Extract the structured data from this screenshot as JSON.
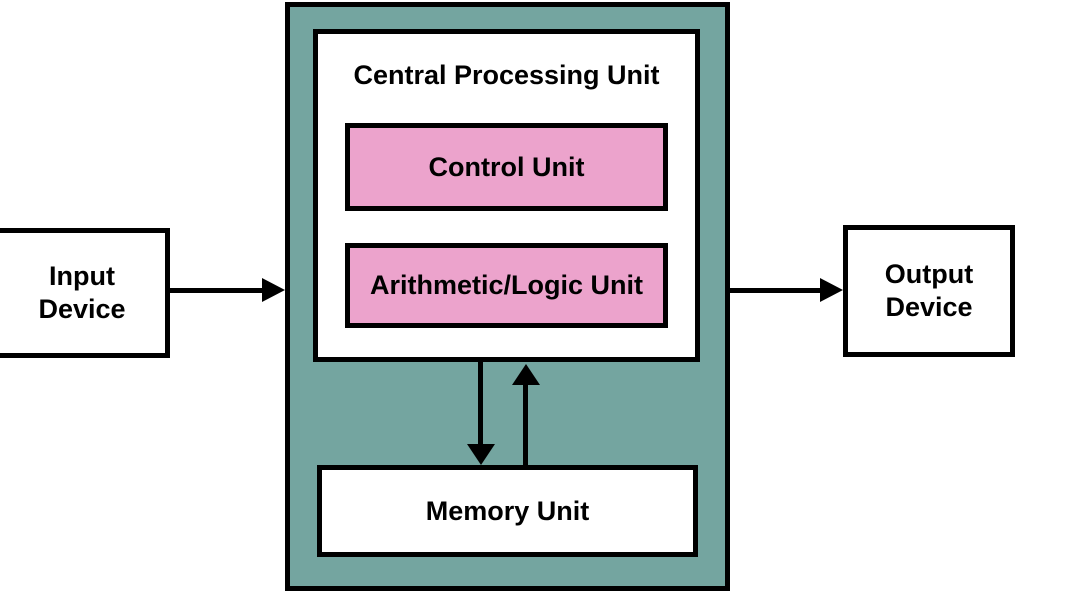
{
  "diagram": {
    "title": "Central Processing Unit",
    "nodes": {
      "input_device": {
        "label": "Input Device"
      },
      "output_device": {
        "label": "Output Device"
      },
      "control_unit": {
        "label": "Control Unit"
      },
      "alu": {
        "label": "Arithmetic/Logic Unit"
      },
      "memory_unit": {
        "label": "Memory Unit"
      }
    },
    "edges": [
      {
        "from": "input_device",
        "to": "cpu",
        "direction": "right"
      },
      {
        "from": "cpu",
        "to": "output_device",
        "direction": "right"
      },
      {
        "from": "cpu",
        "to": "memory_unit",
        "direction": "down"
      },
      {
        "from": "memory_unit",
        "to": "cpu",
        "direction": "up"
      }
    ],
    "colors": {
      "cpu_background": "#74a5a0",
      "unit_background": "#eca3cc",
      "node_background": "#ffffff",
      "border": "#000000",
      "arrow": "#000000"
    }
  }
}
